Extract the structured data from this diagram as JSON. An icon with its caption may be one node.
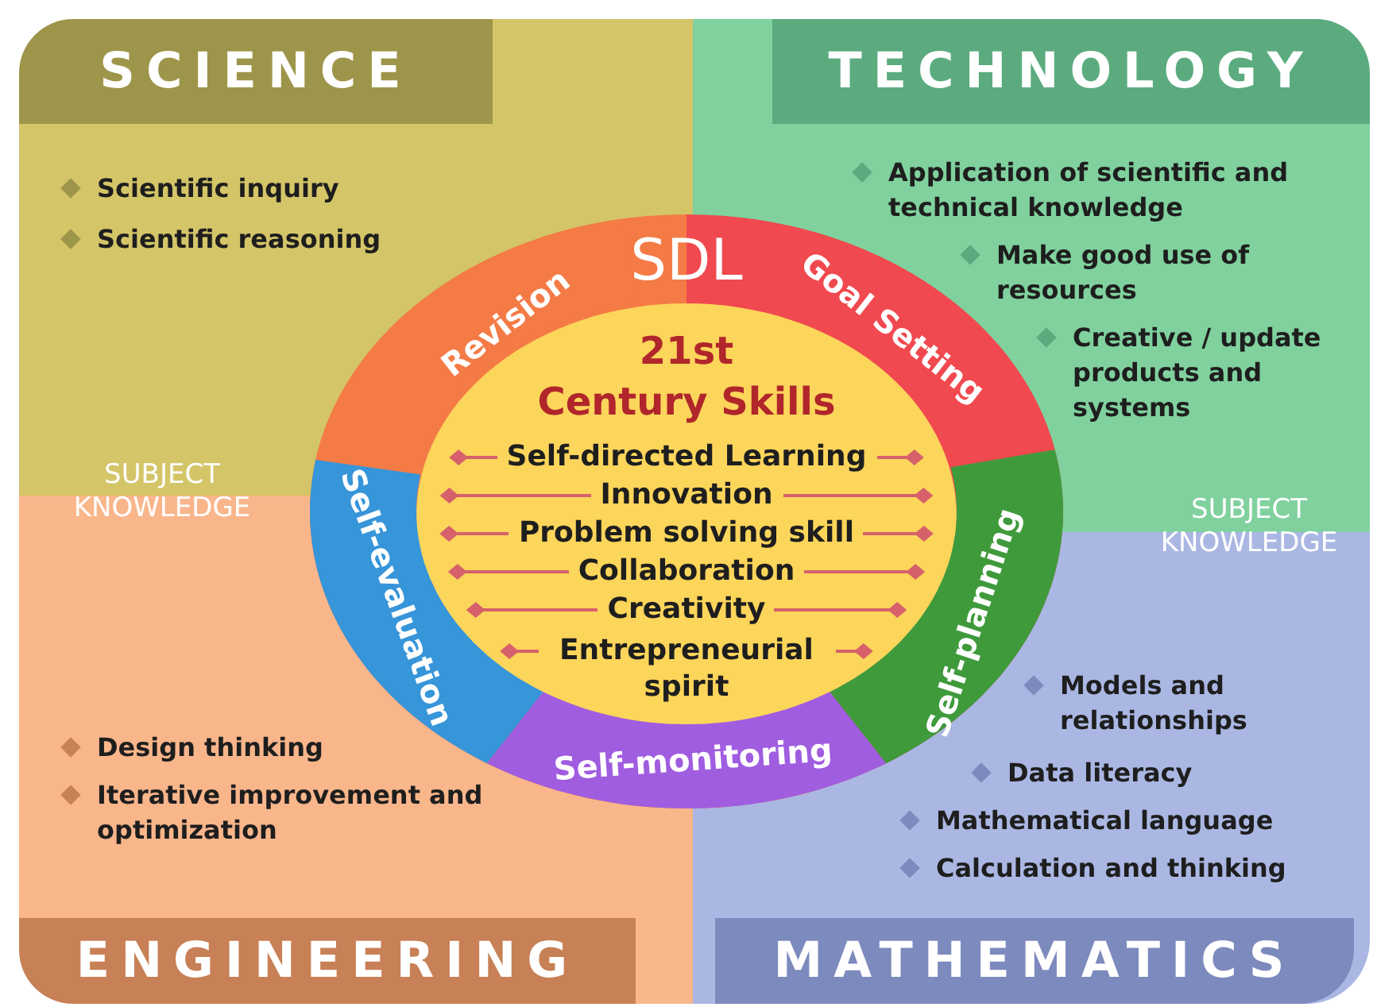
{
  "diagram": {
    "nodes": [
      {
        "text": [
          "SCIENCE",
          "Scientific inquiry",
          "Scientific reasoning"
        ]
      },
      {
        "text": [
          "TECHNOLOGY",
          "Application of scientific and technical knowledge",
          "Make good use of resources",
          "Creative / update products and systems"
        ]
      },
      {
        "text": [
          "SDL"
        ]
      },
      {
        "text": [
          "Revision"
        ],
        "in": 2
      },
      {
        "text": [
          "Goal Setting"
        ],
        "in": 2
      },
      {
        "text": [
          "21st",
          "Century Skills",
          "Self-directed Learning",
          "Innovation",
          "Problem solving skill",
          "Collaboration",
          "Creativity",
          "Entrepreneurial spirit"
        ],
        "in": 2
      },
      {
        "text": [
          "Self-evaluation"
        ],
        "in": 2
      },
      {
        "text": [
          "Self-planning"
        ],
        "in": 2
      },
      {
        "text": [
          "Self-monitoring"
        ],
        "in": 2
      },
      {
        "text": [
          "Design thinking",
          "Iterative improvement and optimization",
          "ENGINEERING"
        ]
      },
      {
        "text": [
          "Models and relationships",
          "Data literacy",
          "Mathematical language",
          "Calculation and thinking",
          "MATHEMATICS"
        ]
      }
    ],
    "edges": [],
    "labels": [
      "SUBJECT KNOWLEDGE",
      "SUBJECT KNOWLEDGE"
    ]
  }
}
